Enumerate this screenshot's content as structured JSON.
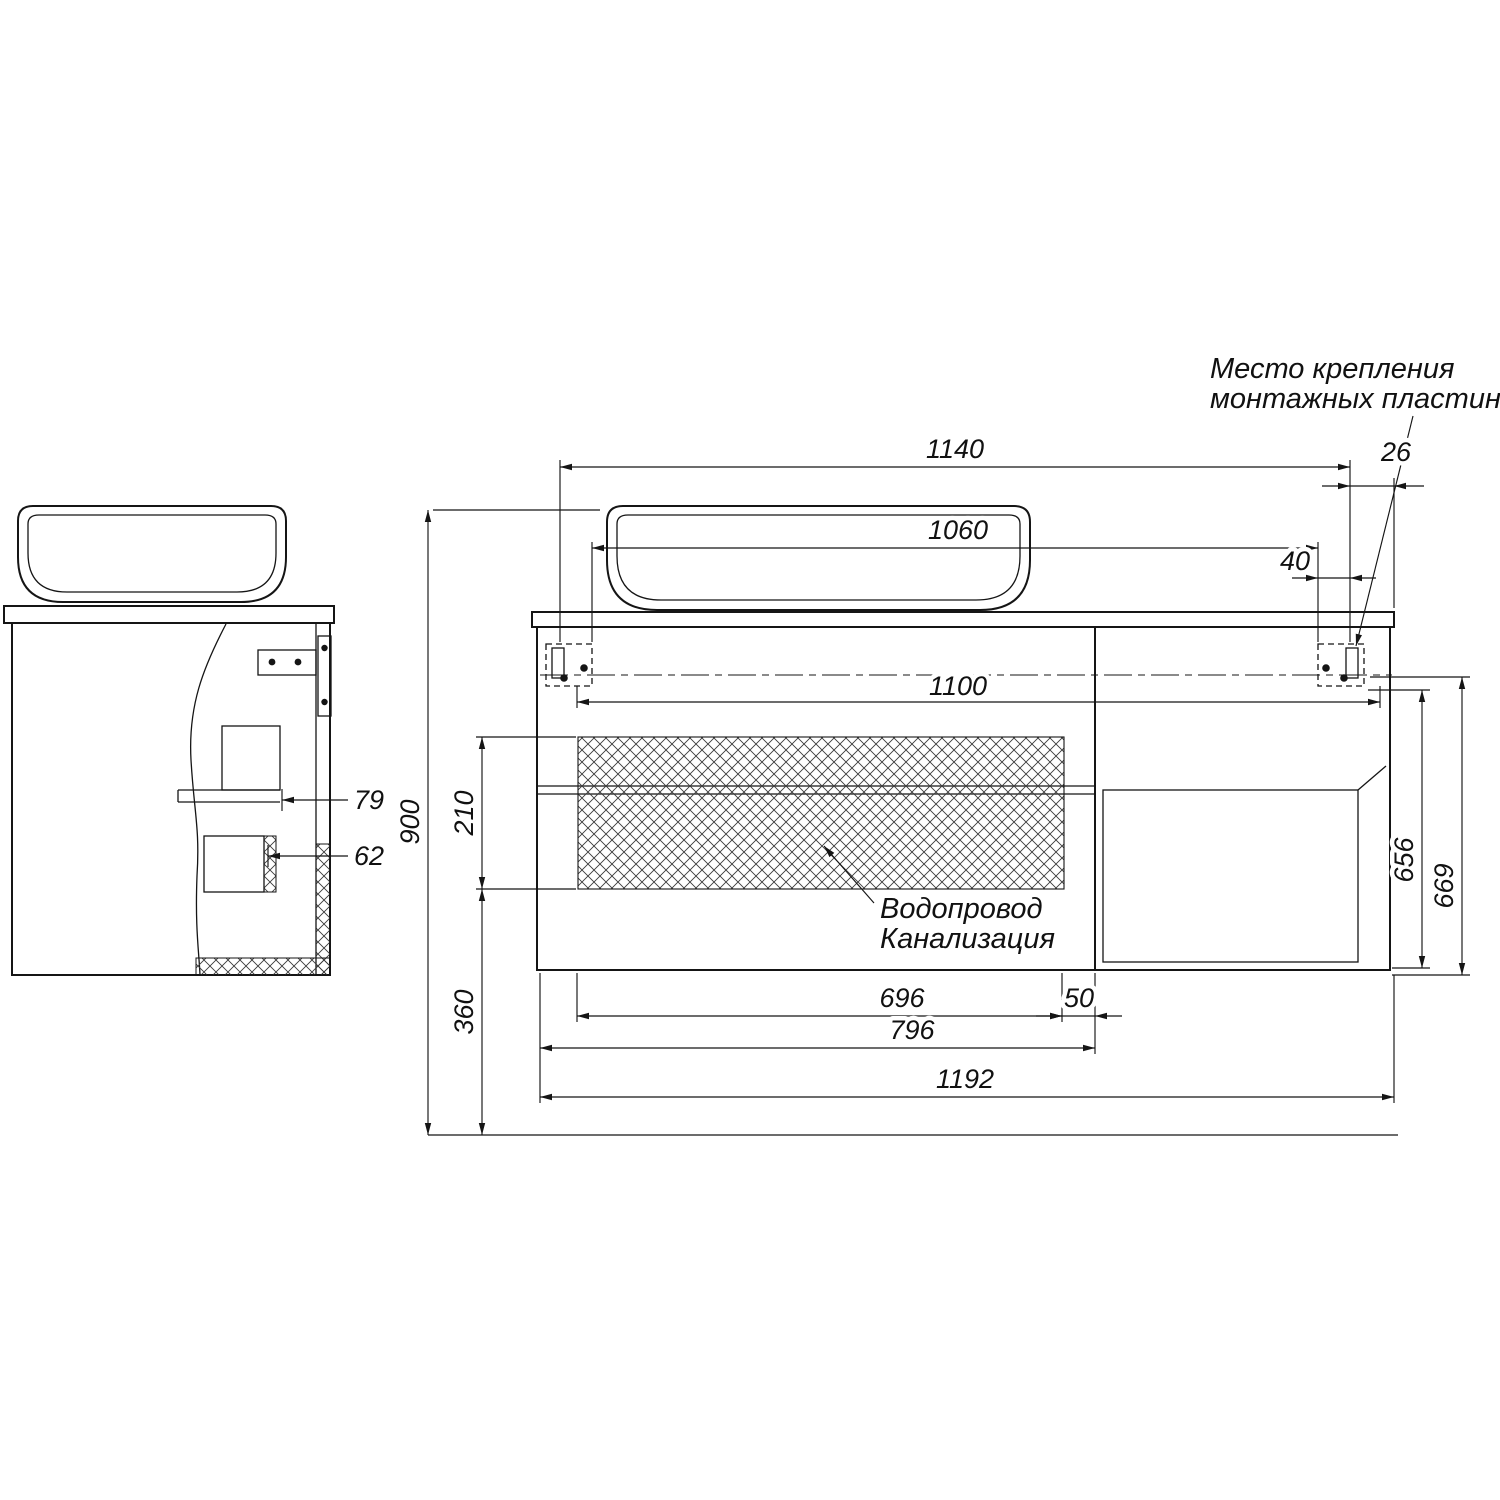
{
  "drawing": {
    "type": "technical-drawing",
    "annotations": {
      "mounting": {
        "line1": "Место крепления",
        "line2": "монтажных пластин"
      },
      "plumbing": {
        "line1": "Водопровод",
        "line2": "Канализация"
      }
    },
    "dimensions": {
      "top_width": "1140",
      "right_offset": "26",
      "basin_span": "1060",
      "plate_offset": "40",
      "rail_width": "1100",
      "total_height": "900",
      "hatch_height": "210",
      "lower_height": "360",
      "right_height_inner": "656",
      "right_height_outer": "669",
      "drawer_inner_width": "696",
      "side_gap": "50",
      "drawer_width": "796",
      "cabinet_width": "1192",
      "side_offset_a": "79",
      "side_offset_b": "62"
    },
    "colors": {
      "line": "#151515",
      "background": "#ffffff"
    }
  }
}
